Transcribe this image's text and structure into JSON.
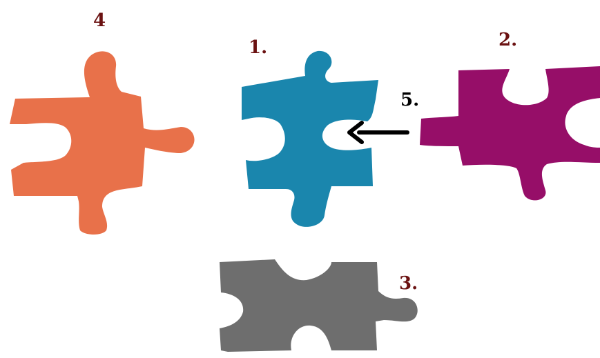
{
  "labels": {
    "piece_4": "4",
    "piece_1": "1.",
    "piece_2": "2.",
    "arrow_5": "5.",
    "piece_3": "3."
  },
  "colors": {
    "orange_piece": "#e8714a",
    "blue_piece": "#1a86ad",
    "magenta_piece": "#960e68",
    "gray_piece": "#6e6e6e",
    "label_maroon": "#6b1212",
    "arrow": "#000000"
  }
}
